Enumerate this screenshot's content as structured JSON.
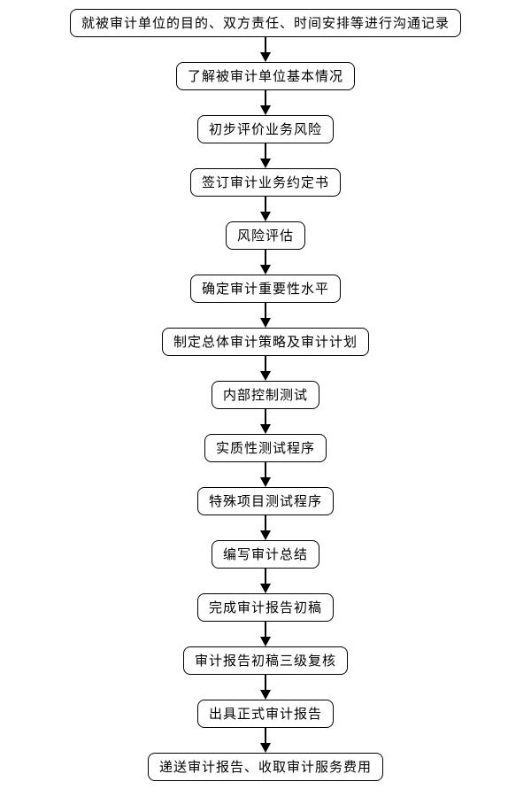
{
  "flowchart": {
    "background_color": "#ffffff",
    "line_color": "#000000",
    "node_fill_color": "#ffffff",
    "arrow_icon": "down-arrow",
    "steps": [
      {
        "label": "就被审计单位的目的、双方责任、时间安排等进行沟通记录"
      },
      {
        "label": "了解被审计单位基本情况"
      },
      {
        "label": "初步评价业务风险"
      },
      {
        "label": "签订审计业务约定书"
      },
      {
        "label": "风险评估"
      },
      {
        "label": "确定审计重要性水平"
      },
      {
        "label": "制定总体审计策略及审计计划"
      },
      {
        "label": "内部控制测试"
      },
      {
        "label": "实质性测试程序"
      },
      {
        "label": "特殊项目测试程序"
      },
      {
        "label": "编写审计总结"
      },
      {
        "label": "完成审计报告初稿"
      },
      {
        "label": "审计报告初稿三级复核"
      },
      {
        "label": "出具正式审计报告"
      },
      {
        "label": "递送审计报告、收取审计服务费用"
      }
    ]
  }
}
